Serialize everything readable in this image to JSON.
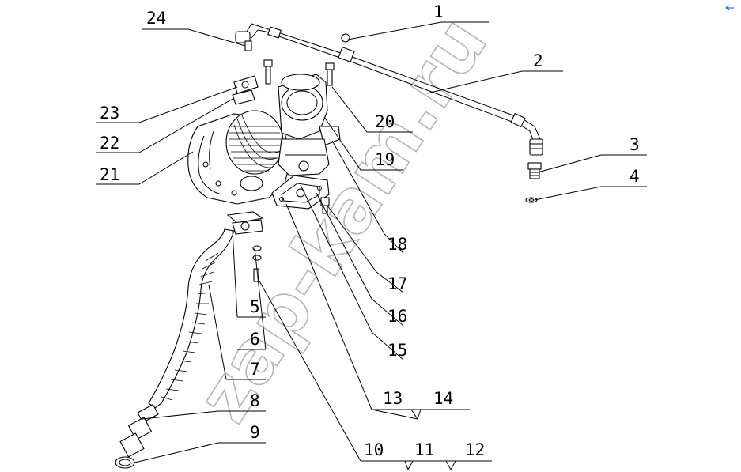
{
  "watermark": "zap-kam.ru",
  "corner_icon": "arrow-icon",
  "labels": {
    "l1": "1",
    "l2": "2",
    "l3": "3",
    "l4": "4",
    "l5": "5",
    "l6": "6",
    "l7": "7",
    "l8": "8",
    "l9": "9",
    "l10": "10",
    "l11": "11",
    "l12": "12",
    "l13": "13",
    "l14": "14",
    "l15": "15",
    "l16": "16",
    "l17": "17",
    "l18": "18",
    "l19": "19",
    "l20": "20",
    "l21": "21",
    "l22": "22",
    "l23": "23",
    "l24": "24"
  }
}
